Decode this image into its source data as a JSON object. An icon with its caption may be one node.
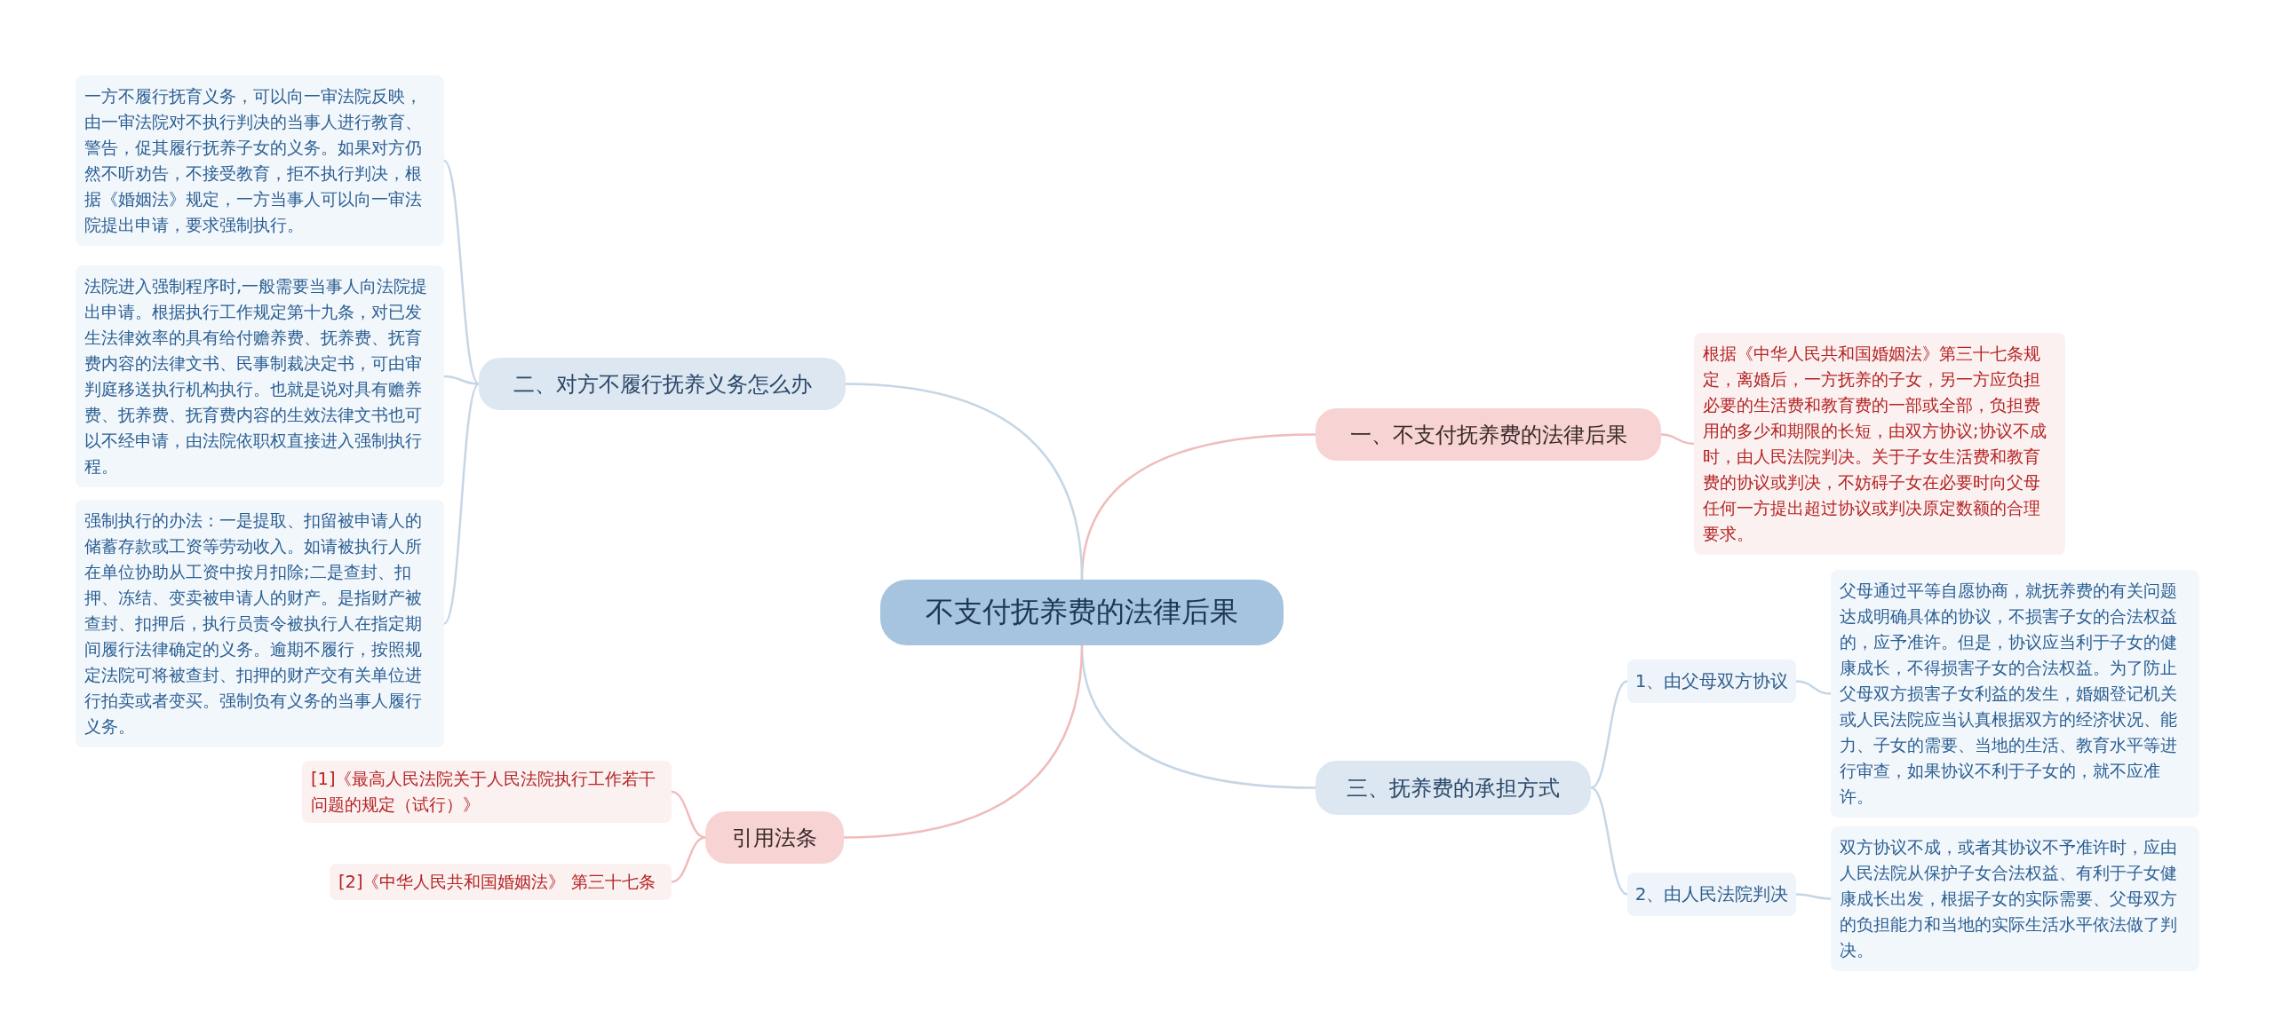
{
  "diagram": {
    "nodes": [
      {
        "text": [
          "不支付抚养费的法律后果"
        ]
      },
      {
        "text": [
          "一、不支付抚养费的法律后果"
        ]
      },
      {
        "text": [
          "根据《中华人民共和国婚姻法》第三十七条规定，离婚后，一方抚养的子女，另一方应负担必要的生活费和教育费的一部或全部，负担费用的多少和期限的长短，由双方协议;协议不成时，由人民法院判决。关于子女生活费和教育费的协议或判决，不妨碍子女在必要时向父母任何一方提出超过协议或判决原定数额的合理要求。"
        ]
      },
      {
        "text": [
          "二、对方不履行抚养义务怎么办"
        ]
      },
      {
        "text": [
          "一方不履行抚育义务，可以向一审法院反映，由一审法院对不执行判决的当事人进行教育、警告，促其履行抚养子女的义务。如果对方仍然不听劝告，不接受教育，拒不执行判决，根据《婚姻法》规定，一方当事人可以向一审法院提出申请，要求强制执行。"
        ]
      },
      {
        "text": [
          "法院进入强制程序时,一般需要当事人向法院提出申请。根据执行工作规定第十九条，对已发生法律效率的具有给付赡养费、抚养费、抚育费内容的法律文书、民事制裁决定书，可由审判庭移送执行机构执行。也就是说对具有赡养费、抚养费、抚育费内容的生效法律文书也可以不经申请，由法院依职权直接进入强制执行程。"
        ]
      },
      {
        "text": [
          "强制执行的办法：一是提取、扣留被申请人的储蓄存款或工资等劳动收入。如请被执行人所在单位协助从工资中按月扣除;二是查封、扣押、冻结、变卖被申请人的财产。是指财产被查封、扣押后，执行员责令被执行人在指定期间履行法律确定的义务。逾期不履行，按照规定法院可将被查封、扣押的财产交有关单位进行拍卖或者变买。强制负有义务的当事人履行义务。"
        ]
      },
      {
        "text": [
          "三、抚养费的承担方式"
        ]
      },
      {
        "text": [
          "1、由父母双方协议"
        ]
      },
      {
        "text": [
          "父母通过平等自愿协商，就抚养费的有关问题达成明确具体的协议，不损害子女的合法权益的，应予准许。但是，协议应当利于子女的健康成长，不得损害子女的合法权益。为了防止父母双方损害子女利益的发生，婚姻登记机关或人民法院应当认真根据双方的经济状况、能力、子女的需要、当地的生活、教育水平等进行审查，如果协议不利于子女的，就不应准许。"
        ]
      },
      {
        "text": [
          "2、由人民法院判决"
        ]
      },
      {
        "text": [
          "双方协议不成，或者其协议不予准许时，应由人民法院从保护子女合法权益、有利于子女健康成长出发，根据子女的实际需要、父母双方的负担能力和当地的实际生活水平依法做了判决。"
        ]
      },
      {
        "text": [
          "引用法条"
        ]
      },
      {
        "text": [
          "[1]《最高人民法院关于人民法院执行工作若干问题的规定（试行）》"
        ]
      },
      {
        "text": [
          "[2]《中华人民共和国婚姻法》 第三十七条"
        ]
      }
    ],
    "edges": [
      {
        "from": 0,
        "to": 1,
        "arrow": "none",
        "color": "#f0bcbc"
      },
      {
        "from": 1,
        "to": 2,
        "arrow": "none",
        "color": "#f0bcbc"
      },
      {
        "from": 0,
        "to": 3,
        "arrow": "none"
      },
      {
        "from": 3,
        "to": 4,
        "arrow": "none"
      },
      {
        "from": 3,
        "to": 5,
        "arrow": "none"
      },
      {
        "from": 3,
        "to": 6,
        "arrow": "none"
      },
      {
        "from": 0,
        "to": 7,
        "arrow": "none"
      },
      {
        "from": 7,
        "to": 8,
        "arrow": "none"
      },
      {
        "from": 8,
        "to": 9,
        "arrow": "none"
      },
      {
        "from": 7,
        "to": 10,
        "arrow": "none"
      },
      {
        "from": 10,
        "to": 11,
        "arrow": "none"
      },
      {
        "from": 0,
        "to": 12,
        "arrow": "none",
        "color": "#f0bcbc"
      },
      {
        "from": 12,
        "to": 13,
        "arrow": "none",
        "color": "#f0bcbc"
      },
      {
        "from": 12,
        "to": 14,
        "arrow": "none",
        "color": "#f0bcbc"
      }
    ]
  }
}
